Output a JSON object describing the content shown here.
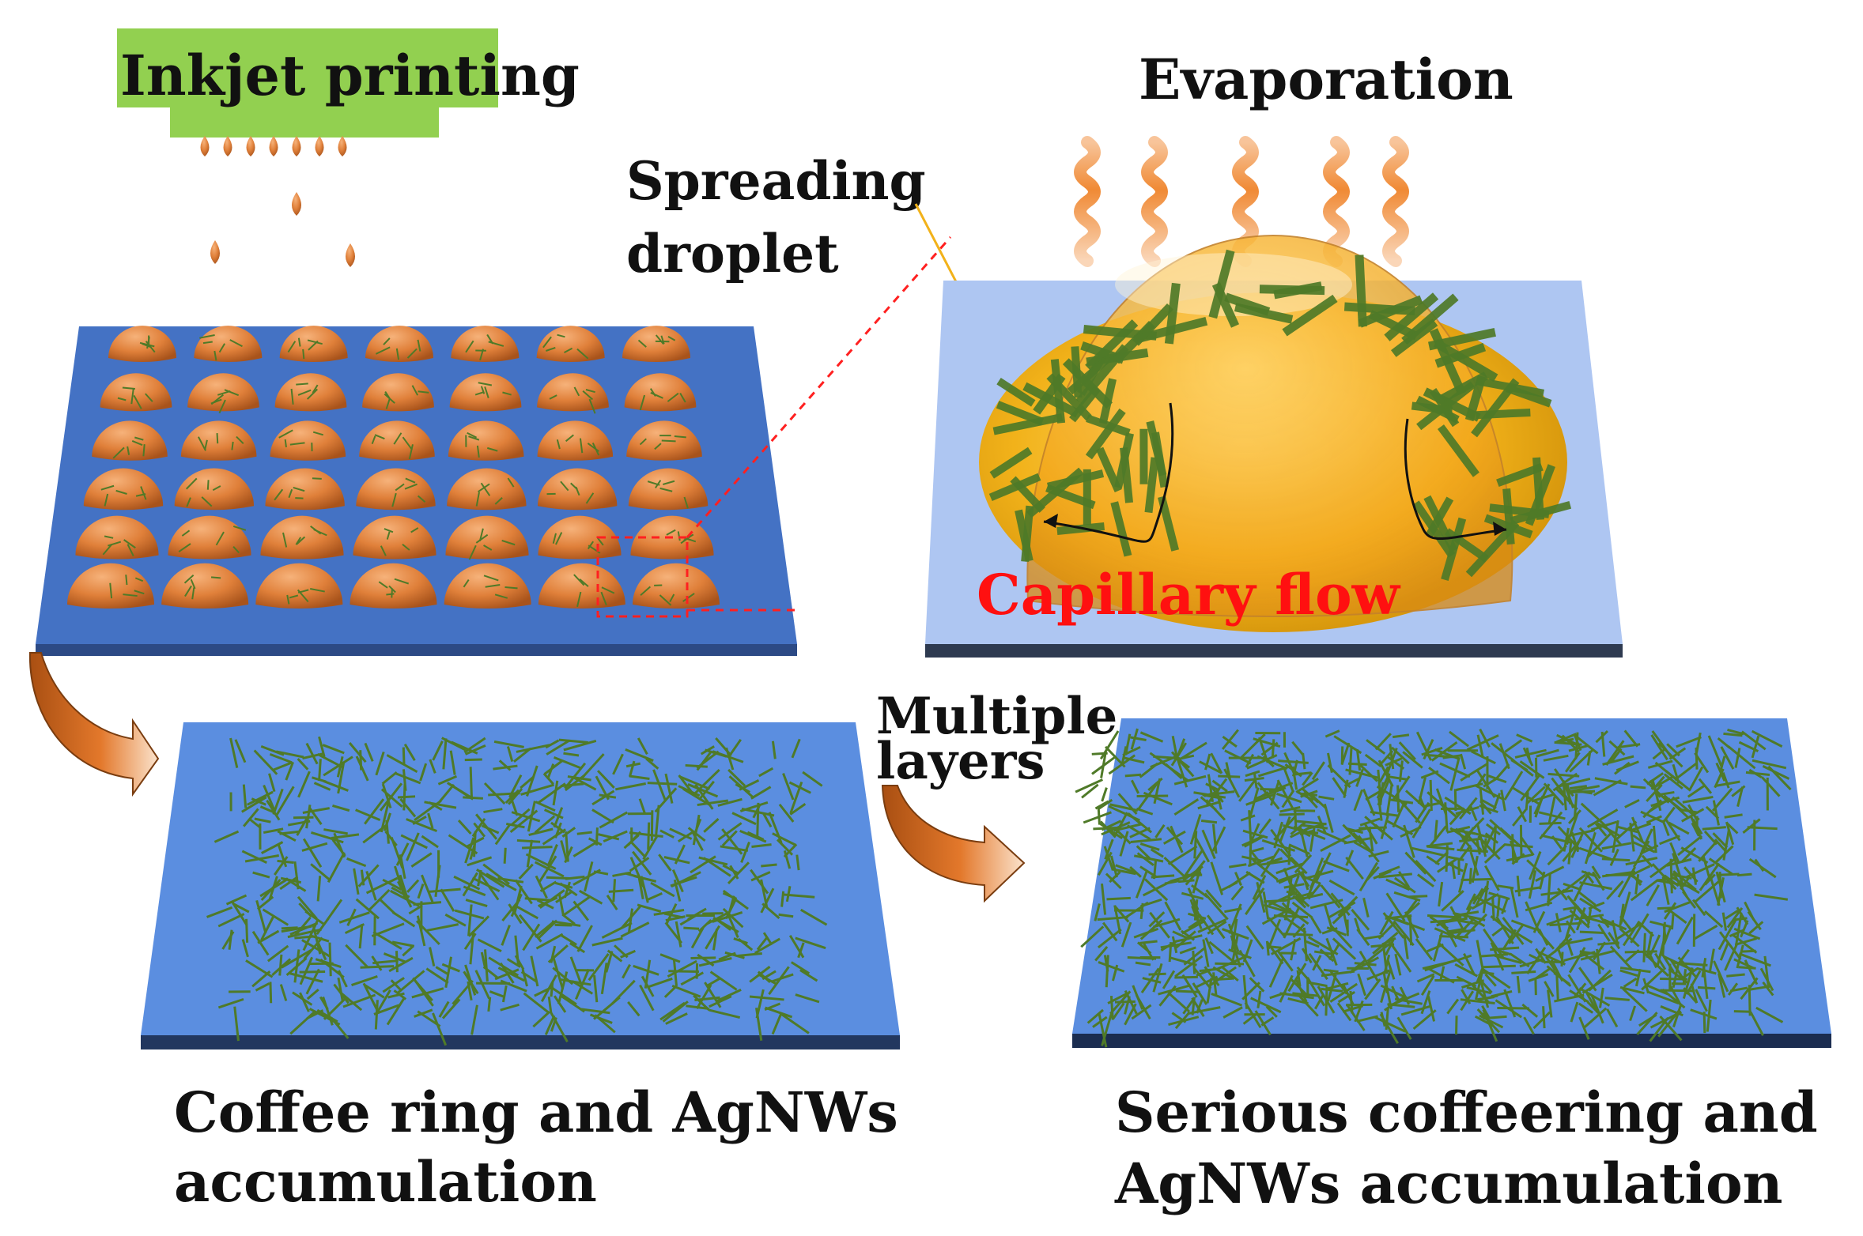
{
  "labels": {
    "inkjet": "Inkjet printing",
    "evaporation": "Evaporation",
    "spreading_line1": "Spreading",
    "spreading_line2": "droplet",
    "capillary": "Capillary flow",
    "multiple_line1": "Multiple",
    "multiple_line2": "layers",
    "caption_left_line1": "Coffee ring and AgNWs",
    "caption_left_line2": "accumulation",
    "caption_right_line1": "Serious coffeering and",
    "caption_right_line2": "AgNWs accumulation"
  },
  "colors": {
    "substrate_blue": "#4472c4",
    "substrate_light": "#aec6f2",
    "droplet_orange": "#e0803a",
    "droplet_gold": "#f2b21a",
    "nanowire_green": "#4f7a28",
    "label_green": "#92d050",
    "capillary_red": "#ff1010",
    "arrow_orange": "#e3782b",
    "wave_orange": "#f08a35"
  },
  "droplet_grid": {
    "rows": 6,
    "cols": 7
  },
  "icons": [
    "printhead",
    "droplet",
    "heat-wave",
    "curved-arrow",
    "nanowire"
  ]
}
